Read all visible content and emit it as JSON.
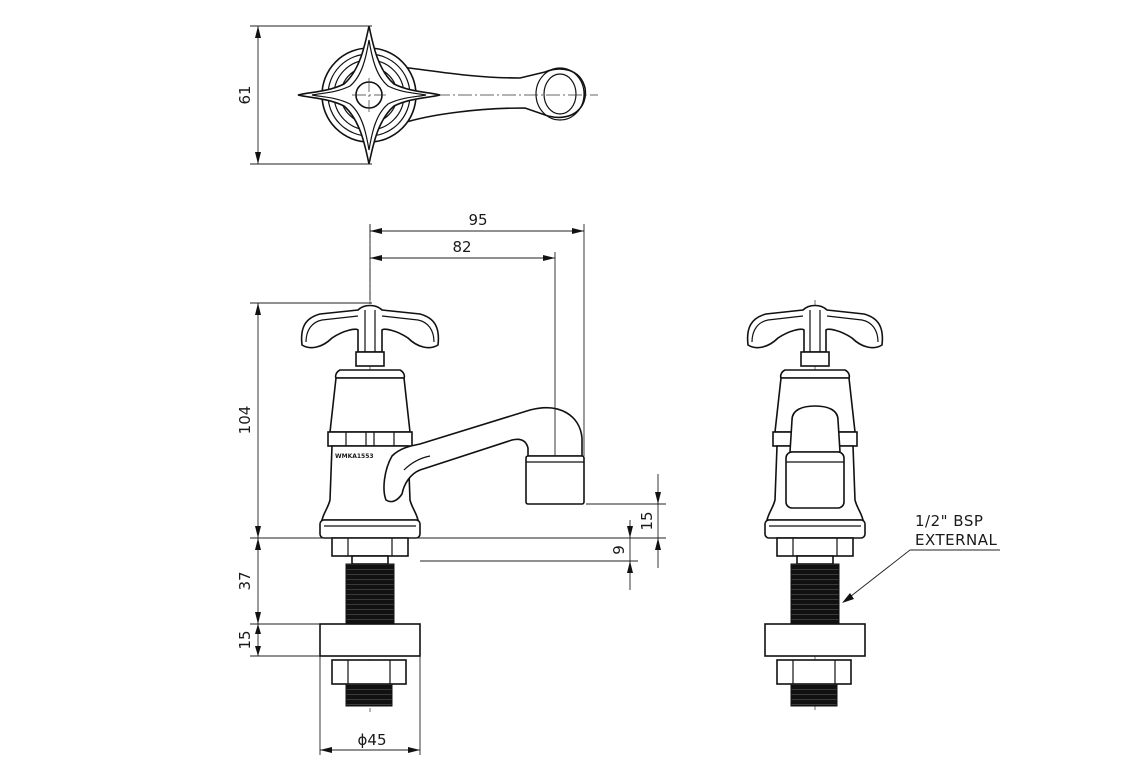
{
  "dimensions": {
    "top_height": "61",
    "overall_reach": "95",
    "spout_reach": "82",
    "body_height": "104",
    "outlet_height": "15",
    "outlet_offset": "9",
    "shank_length": "37",
    "backnut_height": "15",
    "flange_diameter": "ϕ45"
  },
  "notes": {
    "thread_spec_line1": "1/2\" BSP",
    "thread_spec_line2": "EXTERNAL",
    "body_marking": "WMKA1553"
  },
  "colors": {
    "line": "#111111",
    "thread_fill": "#111111",
    "background": "#ffffff"
  }
}
